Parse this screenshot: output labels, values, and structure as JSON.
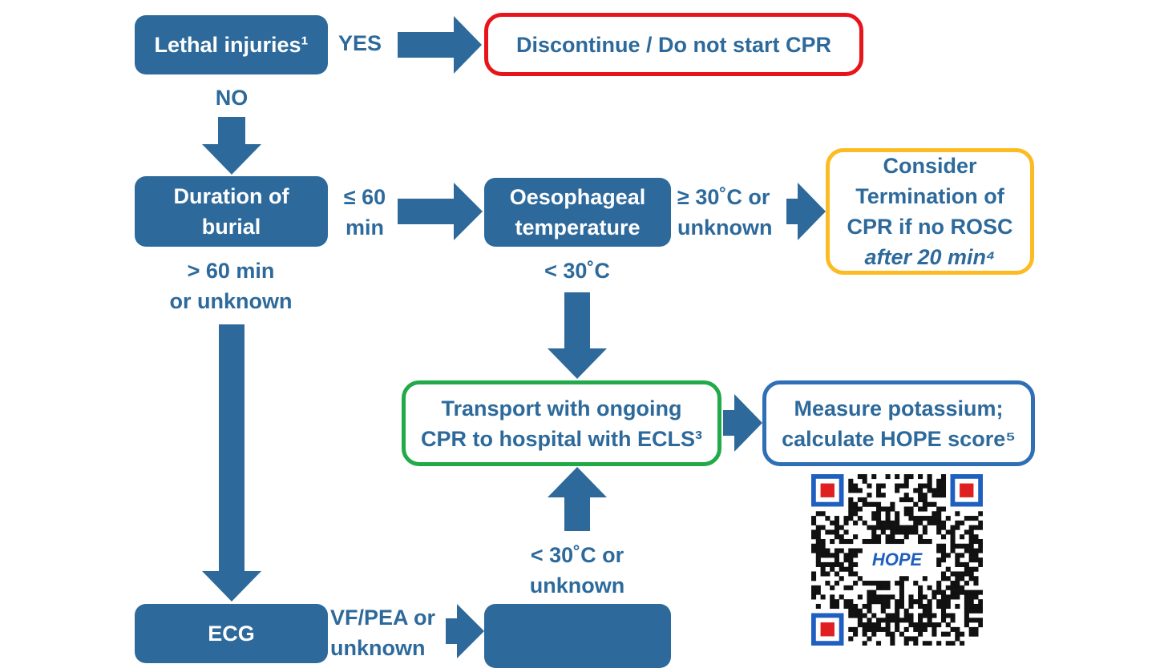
{
  "nodes": {
    "lethal": {
      "label": "Lethal injuries¹"
    },
    "discontinue": {
      "label": "Discontinue / Do not start CPR",
      "border_color": "#e8141b"
    },
    "duration": {
      "line1": "Duration of",
      "line2": "burial"
    },
    "oeso": {
      "line1": "Oesophageal",
      "line2": "temperature"
    },
    "termination": {
      "line1": "Consider",
      "line2": "Termination of",
      "line3": "CPR if no ROSC",
      "line4": "after 20 min⁴",
      "border_color": "#fdbb23"
    },
    "transport": {
      "line1": "Transport with ongoing",
      "line2": "CPR to hospital with ECLS³",
      "border_color": "#22aa4a"
    },
    "potassium": {
      "line1": "Measure potassium;",
      "line2": "calculate HOPE score⁵",
      "border_color": "#2f6fb6"
    },
    "ecg": {
      "label": "ECG"
    },
    "bottom_box": {
      "label": ""
    }
  },
  "edge_labels": {
    "yes": "YES",
    "no": "NO",
    "le60_line1": "≤ 60",
    "le60_line2": "min",
    "gt60_line1": "> 60 min",
    "gt60_line2": "or unknown",
    "ge30_line1": "≥ 30˚C or",
    "ge30_line2": "unknown",
    "lt30": "< 30˚C",
    "lt30u_line1": "< 30˚C or",
    "lt30u_line2": "unknown",
    "vf_line1": "VF/PEA or",
    "vf_line2": "unknown"
  },
  "qr": {
    "logo_text": "HOPE",
    "icon": "qr-code-icon"
  },
  "colors": {
    "primary": "#2d6a9b",
    "red": "#e8141b",
    "yellow": "#fdbb23",
    "green": "#22aa4a",
    "blue": "#2f6fb6",
    "qr_red": "#e02020",
    "qr_blue": "#1f5fc0"
  }
}
